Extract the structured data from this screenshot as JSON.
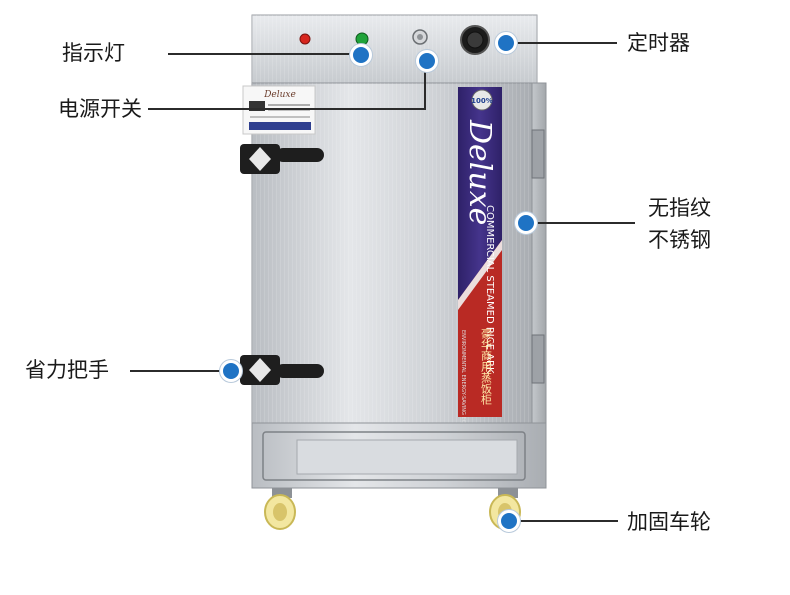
{
  "labels": {
    "indicator": "指示灯",
    "power_switch": "电源开关",
    "timer": "定时器",
    "stainless_1": "无指纹",
    "stainless_2": "不锈钢",
    "handle": "省力把手",
    "wheels": "加固车轮"
  },
  "panel": {
    "brand_script": "Deluxe",
    "commercial_text": "COMMERCIAL STEAMED RICE ARK",
    "small_text": "ENVIRONMENTAL ENERGY-SAVING EQUIPMENT",
    "chinese_vertical": "豪华商用蒸饭柜",
    "badge": "100%",
    "sticker_brand": "Deluxe"
  },
  "colors": {
    "accent_blue": "#1f73c4",
    "panel_purple": "#3b2a7a",
    "panel_red": "#c8322c",
    "steel": "#c9cdd2",
    "wheel_yellow": "#f3e7a0"
  }
}
